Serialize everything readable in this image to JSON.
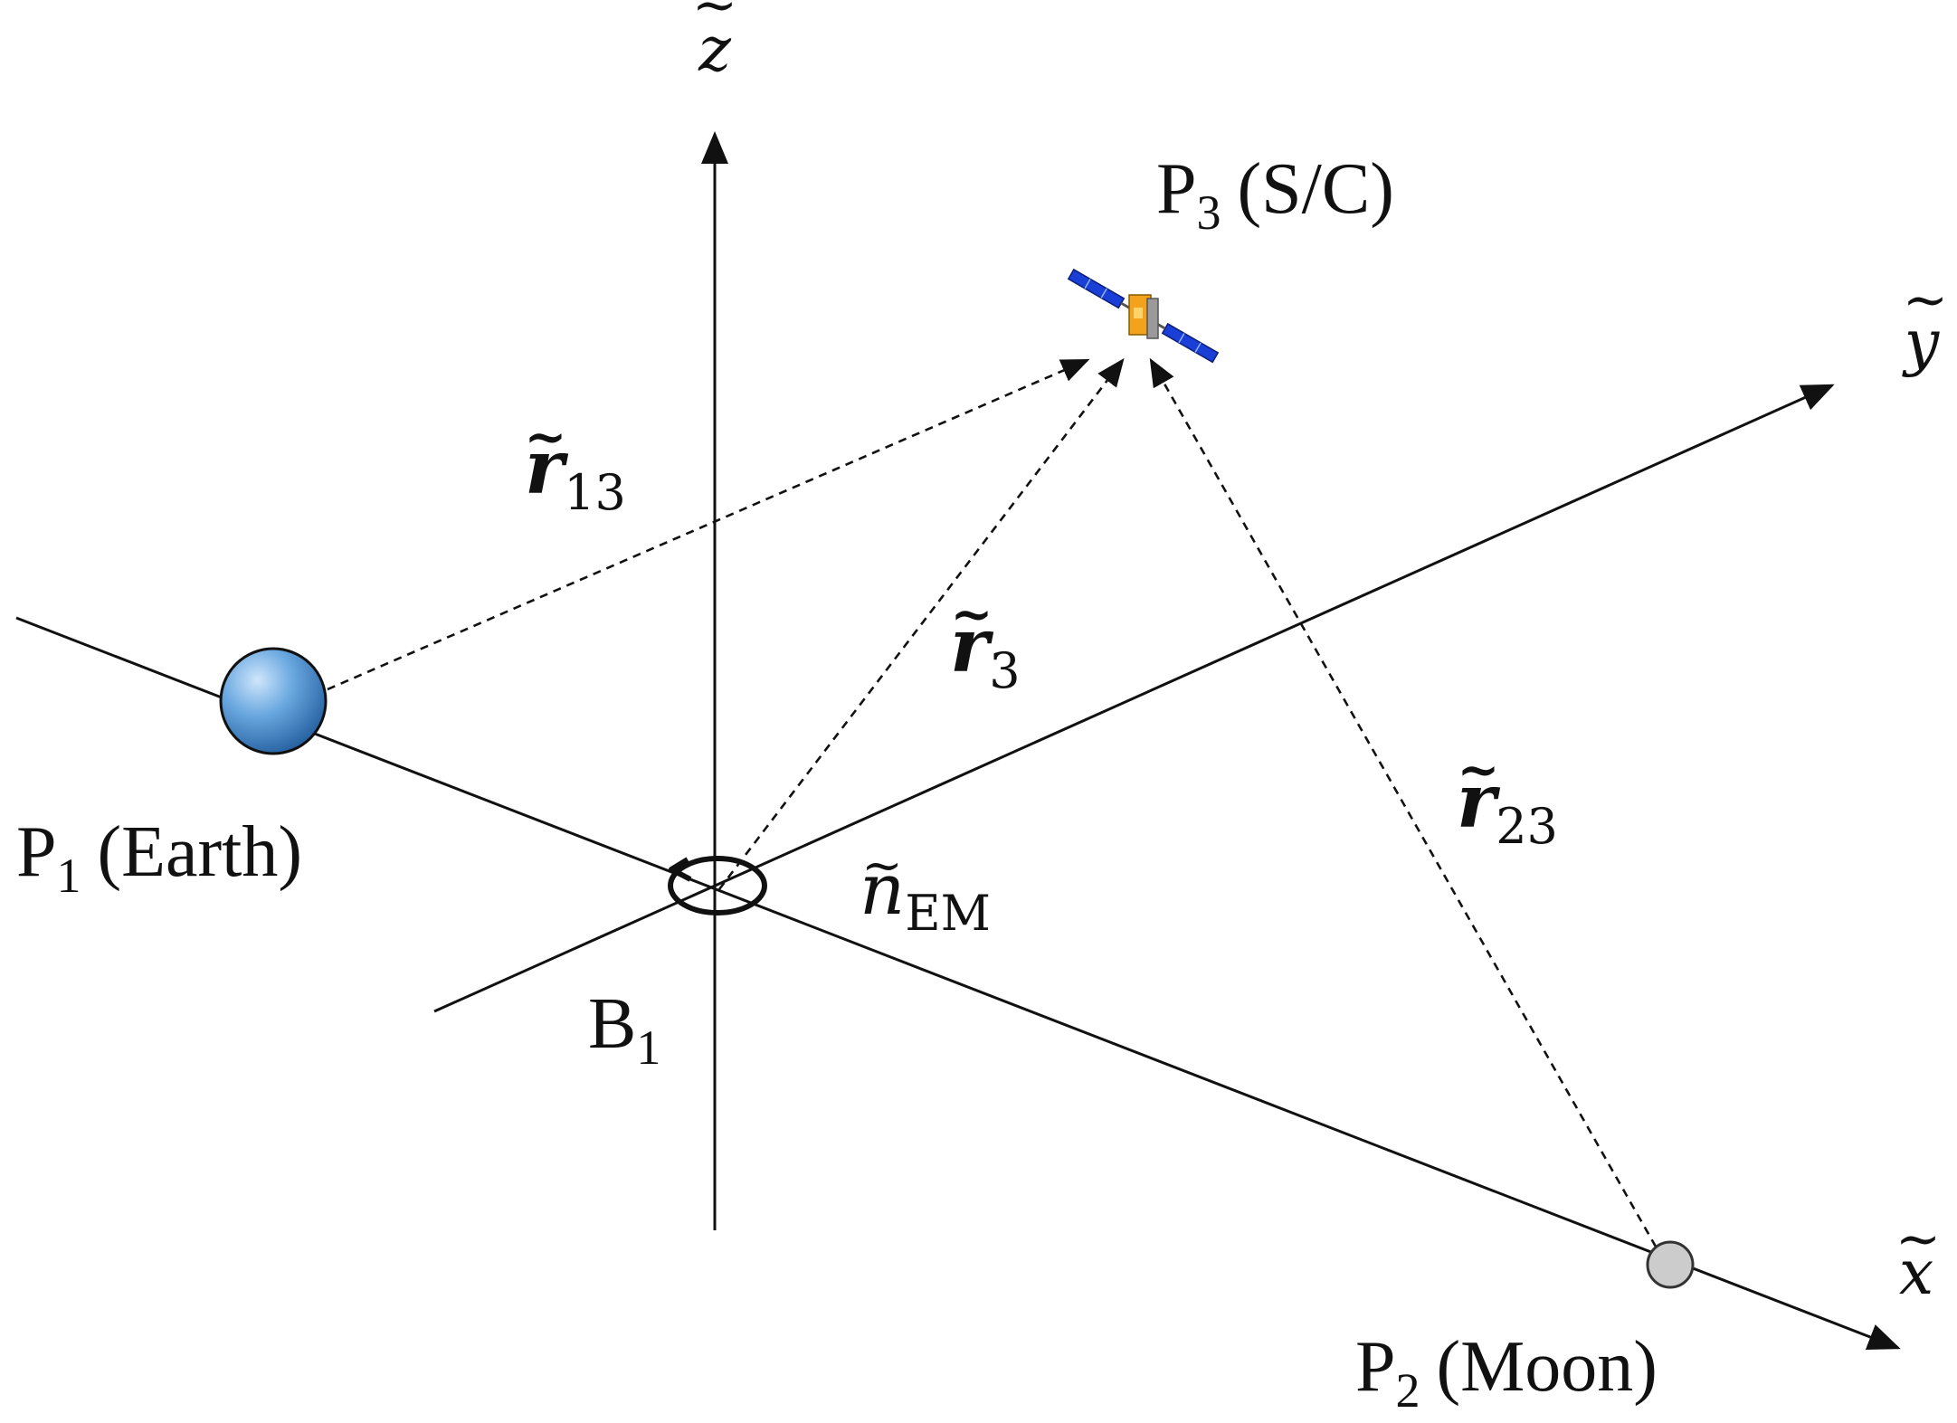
{
  "axes": {
    "x": {
      "symbol": "x",
      "accent": "~"
    },
    "y": {
      "symbol": "y",
      "accent": "~"
    },
    "z": {
      "symbol": "z",
      "accent": "~"
    }
  },
  "bodies": {
    "earth": {
      "label": "P",
      "sub": "1",
      "name": "(Earth)",
      "color": "#3f86c8"
    },
    "moon": {
      "label": "P",
      "sub": "2",
      "name": "(Moon)",
      "color": "#cccccc"
    },
    "spacecraft": {
      "label": "P",
      "sub": "3",
      "name": "(S/C)",
      "icon": "satellite-icon"
    }
  },
  "barycenter": {
    "label": "B",
    "sub": "1"
  },
  "rotation": {
    "symbol": "n",
    "accent": "~",
    "sub": "EM",
    "icon": "rotation-arrow-icon"
  },
  "vectors": {
    "r13": {
      "symbol": "r",
      "accent": "~",
      "sub": "13"
    },
    "r3": {
      "symbol": "r",
      "accent": "~",
      "sub": "3"
    },
    "r23": {
      "symbol": "r",
      "accent": "~",
      "sub": "23"
    }
  },
  "colors": {
    "line": "#111111",
    "panel_blue": "#1a3fd6",
    "bus_orange": "#f2a21b",
    "bus_gray": "#9a9a9a"
  }
}
